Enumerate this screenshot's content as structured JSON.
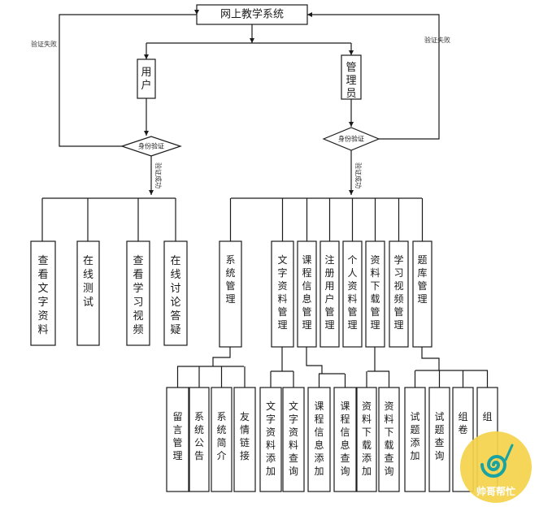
{
  "diagram": {
    "root": "网上教学系统",
    "user": "用户",
    "admin": "管理员",
    "user_verify": "身份验证",
    "admin_verify": "身份验证",
    "fail_left": "验证失败",
    "fail_right": "验证失败",
    "success_left": "验证成功",
    "success_right": "验证成功",
    "user_functions": [
      "查看文字资料",
      "在线测试",
      "查看学习视频",
      "在线讨论答疑"
    ],
    "admin_modules": [
      "系统管理",
      "文字资料管理",
      "课程信息管理",
      "注册用户管理",
      "个人资料管理",
      "资料下载管理",
      "学习视频管理",
      "题库管理"
    ],
    "sys_children": [
      "留言管理",
      "系统公告",
      "系统简介",
      "友情链接"
    ],
    "text_children": [
      "文字资料添加",
      "文字资料查询"
    ],
    "course_children": [
      "课程信息添加",
      "课程信息查询"
    ],
    "download_children": [
      "资料下载添加",
      "资料下载查询"
    ],
    "bank_children": [
      "试题添加",
      "试题查询",
      "组卷",
      "组"
    ]
  },
  "watermark": {
    "label": "帅哥帮忙",
    "icon": "snail-logo-icon",
    "color": "#f5d24a"
  }
}
